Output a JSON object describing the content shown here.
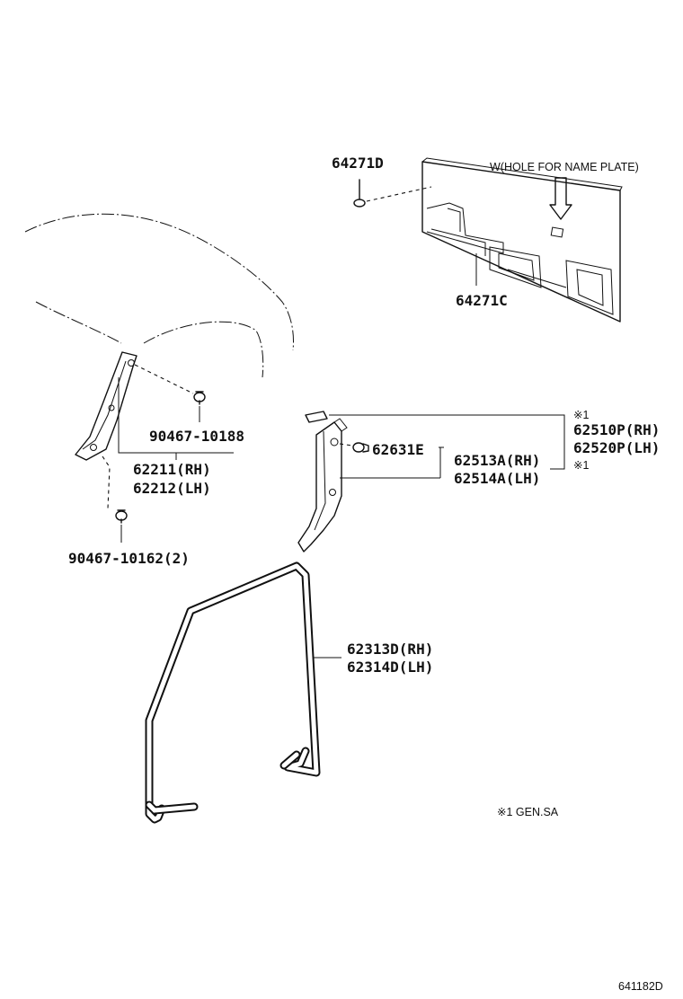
{
  "labels": {
    "p64271D": "64271D",
    "hole_note": "W(HOLE FOR NAME PLATE)",
    "p64271C": "64271C",
    "p90467_10188": "90467-10188",
    "p62211": "62211(RH)",
    "p62212": "62212(LH)",
    "p90467_10162": "90467-10162(2)",
    "mark1a": "※1",
    "p62510P": "62510P(RH)",
    "p62520P": "62520P(LH)",
    "mark1b": "※1",
    "p62631E": "62631E",
    "p62513A": "62513A(RH)",
    "p62514A": "62514A(LH)",
    "p62313D": "62313D(RH)",
    "p62314D": "62314D(LH)",
    "footnote": "※1  GEN.SA",
    "diagram_id": "641182D"
  }
}
